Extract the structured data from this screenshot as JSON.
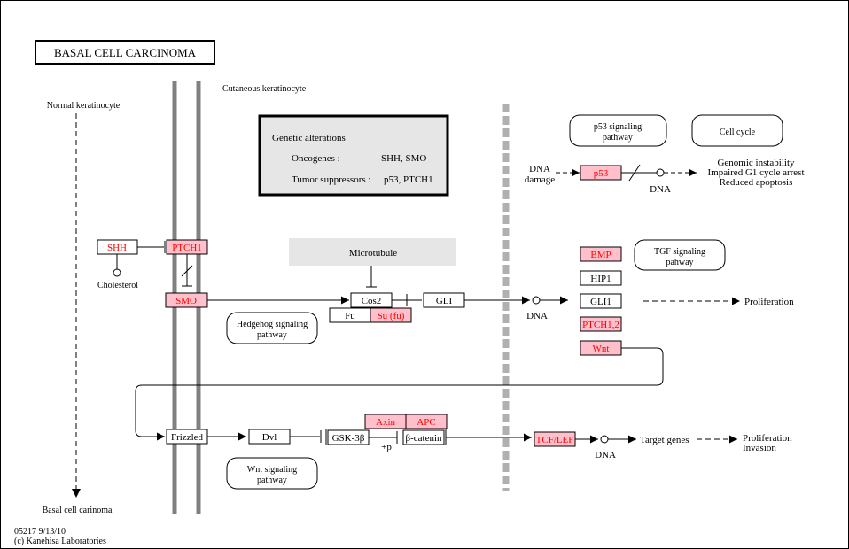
{
  "title": "BASAL  CELL CARCINOMA",
  "labels": {
    "normal_keratinocyte": "Normal keratinocyte",
    "cutaneous_keratinocyte": "Cutaneous keratinocyte",
    "basal_cell_carinoma": "Basal cell carinoma",
    "cholesterol": "Cholesterol",
    "dna_after_gli": "DNA",
    "dna_after_tcf": "DNA",
    "dna_damage_line1": "DNA",
    "dna_damage_line2": "damage",
    "dna_after_p53": "DNA",
    "proliferation": "Proliferation",
    "target_genes": "Target genes",
    "prolif_invasion_line1": "Proliferation",
    "prolif_invasion_line2": "Invasion",
    "genomic_line1": "Genomic instability",
    "genomic_line2": "Impaired G1 cycle arrest",
    "genomic_line3": "Reduced apoptosis",
    "plus_p": "+p",
    "footer_line1": "05217 9/13/10",
    "footer_line2": "(c) Kanehisa Laboratories"
  },
  "genetic_alterations": {
    "heading": "Genetic alterations",
    "oncogenes_label": "Oncogenes :",
    "oncogenes_value": "SHH, SMO",
    "suppressors_label": "Tumor suppressors :",
    "suppressors_value": "p53, PTCH1"
  },
  "microtubule": "Microtubule",
  "genes": {
    "shh": "SHH",
    "ptch1": "PTCH1",
    "smo": "SMO",
    "cos2": "Cos2",
    "fu": "Fu",
    "su_fu": "Su (fu)",
    "gli_mid": "GLI",
    "bmp": "BMP",
    "hip1": "HIP1",
    "gli_right": "GLI1",
    "ptch12": "PTCH1,2",
    "wnt": "Wnt",
    "frizzled": "Frizzled",
    "dvl": "Dvl",
    "gsk3b": "GSK-3β",
    "axin": "Axin",
    "apc": "APC",
    "bcatenin": "β-catenin",
    "tcflef": "TCF/LEF",
    "p53": "p53"
  },
  "pathways": {
    "p53_line1": "p53 signaling",
    "p53_line2": "pathway",
    "cell_cycle": "Cell cycle",
    "tgf_line1": "TGF signaling",
    "tgf_line2": "pahway",
    "hedgehog_line1": "Hedgehog signaling",
    "hedgehog_line2": "pathway",
    "wnt_line1": "Wnt signaling",
    "wnt_line2": "pathway"
  },
  "colors": {
    "highlight_fill": "#ffc0cb",
    "highlight_text": "#ff0000",
    "gene_text": "#000000",
    "membrane": "#808080",
    "dashed_barrier": "#b0b0b0",
    "microtubule_fill": "#e6e6e6",
    "genetic_box_fill": "#e6e6e6"
  }
}
